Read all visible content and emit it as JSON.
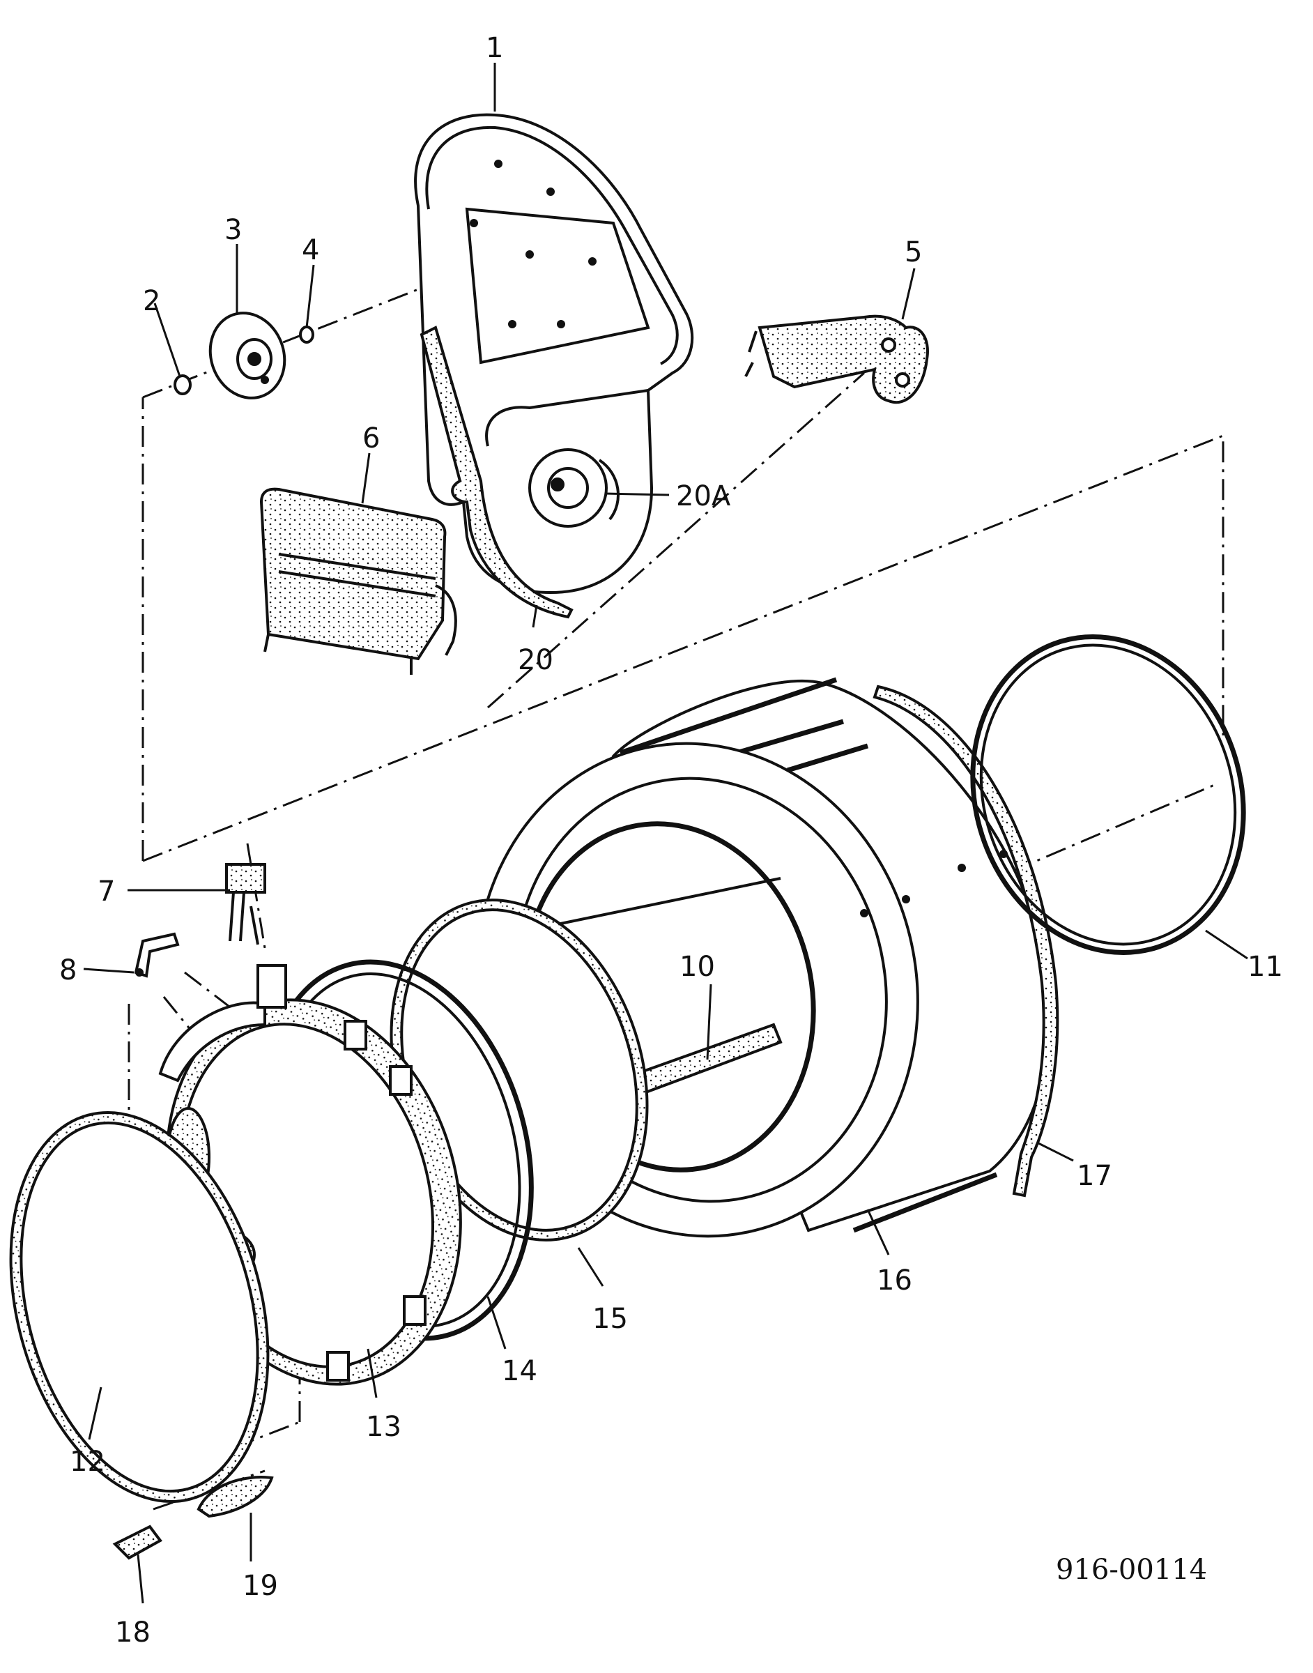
{
  "callouts": {
    "c1": "1",
    "c2": "2",
    "c3": "3",
    "c4": "4",
    "c5": "5",
    "c6": "6",
    "c7": "7",
    "c8": "8",
    "c10": "10",
    "c11": "11",
    "c12": "12",
    "c13": "13",
    "c14": "14",
    "c15": "15",
    "c16": "16",
    "c17": "17",
    "c18": "18",
    "c19": "19",
    "c20": "20",
    "c20a": "20A"
  },
  "drawing_number": "916-00114"
}
